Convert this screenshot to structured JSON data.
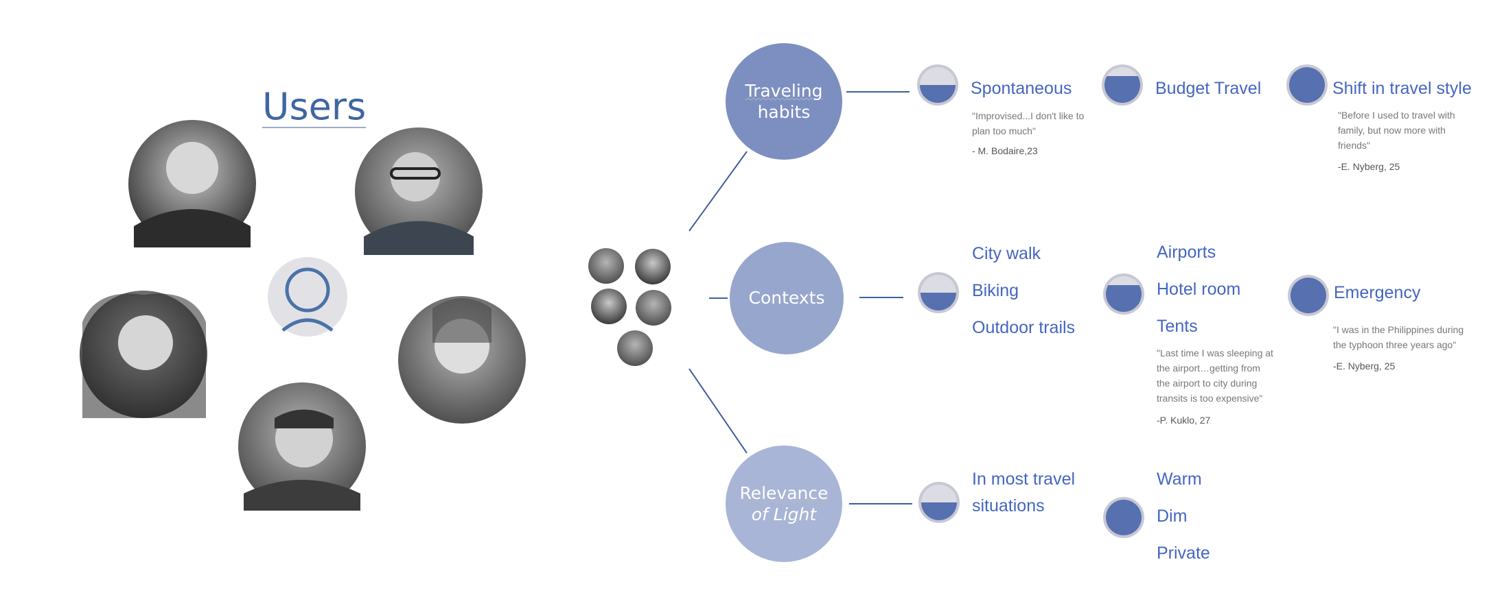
{
  "title": "Users",
  "hubs": [
    {
      "line1": "Traveling",
      "line2": "habits",
      "color": "#7d8fc1"
    },
    {
      "line1": "Contexts",
      "line2": "",
      "color": "#97a6cd"
    },
    {
      "line1": "Relevance",
      "line2": "of Light",
      "color": "#a9b5d6"
    }
  ],
  "nodes": [
    {
      "label": "Spontaneous",
      "level": 0.5
    },
    {
      "label": "Budget Travel",
      "level": 0.75
    },
    {
      "label": "Shift in travel style",
      "level": 1
    },
    {
      "label": "City walk",
      "level": 0.5
    },
    {
      "label": "Biking"
    },
    {
      "label": "Outdoor trails"
    },
    {
      "label": "Airports",
      "level": 0.75
    },
    {
      "label": "Hotel room"
    },
    {
      "label": "Tents"
    },
    {
      "label": "Emergency",
      "level": 1
    },
    {
      "label": "In most travel",
      "level": 0.5
    },
    {
      "label": "situations"
    },
    {
      "label": "Warm",
      "level": 1
    },
    {
      "label": "Dim"
    },
    {
      "label": "Private"
    }
  ],
  "quotes": [
    {
      "line1": "\"Improvised...I don't like to",
      "line2": "plan too much\"",
      "author": "- M. Bodaire,23"
    },
    {
      "line1": "\"Before I used to travel with",
      "line2": "family, but now more with",
      "line3": "friends\"",
      "author": "-E. Nyberg, 25"
    },
    {
      "line1": "\"Last time I was sleeping at",
      "line2": "the airport…getting from",
      "line3": "the airport to city during",
      "line4": "transits is too expensive\"",
      "author": "-P. Kuklo, 27"
    },
    {
      "line1": "\"I was in the Philippines during",
      "line2": "the typhoon three years ago\"",
      "author": "-E. Nyberg, 25"
    }
  ],
  "colors": {
    "accent": "#4466c0",
    "fill": "#5670b0",
    "empty": "#dcdce4",
    "ring": "#c8c8d4",
    "line": "#3d5d9e"
  },
  "icons": [
    "user-avatar-icon",
    "user-photo",
    "level-indicator-icon"
  ]
}
